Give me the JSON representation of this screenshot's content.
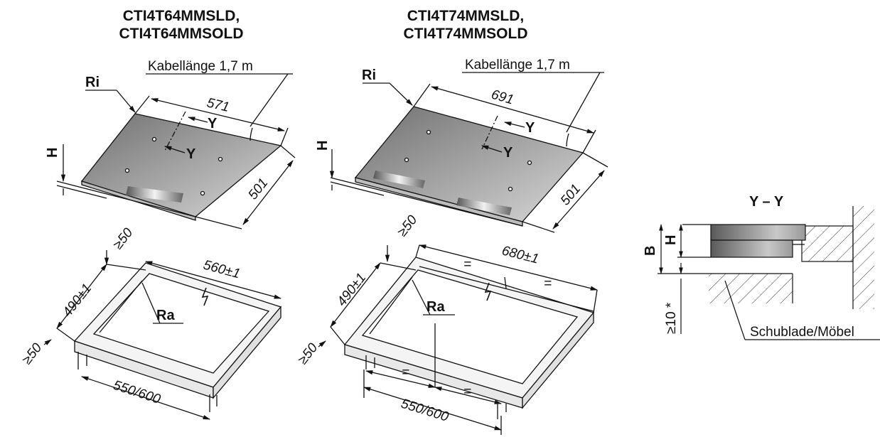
{
  "models": [
    {
      "line1": "CTI4T64MMSLD,",
      "line2": "CTI4T64MMSOLD"
    },
    {
      "line1": "CTI4T74MMSLD,",
      "line2": "CTI4T74MMSOLD"
    }
  ],
  "labels": {
    "cable": "Kabellänge 1,7 m",
    "ri": "Ri",
    "ra": "Ra",
    "h": "H",
    "b": "B",
    "y": "Y",
    "section": "Y – Y",
    "drawer": "Schublade/Möbel",
    "min_gap": "≥10 *",
    "margin": "≥50",
    "equal": "="
  },
  "dimensions": {
    "left_width": "571",
    "left_depth": "501",
    "left_cut_width": "560±1",
    "left_cut_depth": "490±1",
    "left_cabinet": "550/600",
    "right_width": "691",
    "right_depth": "501",
    "right_cut_width": "680±1",
    "right_cut_depth": "490±1",
    "right_cabinet": "550/600"
  },
  "colors": {
    "line": "#111111",
    "glass_dark": "#7f7f7f",
    "glass_light": "#cfcfcf",
    "frame": "#f4f4f4"
  }
}
